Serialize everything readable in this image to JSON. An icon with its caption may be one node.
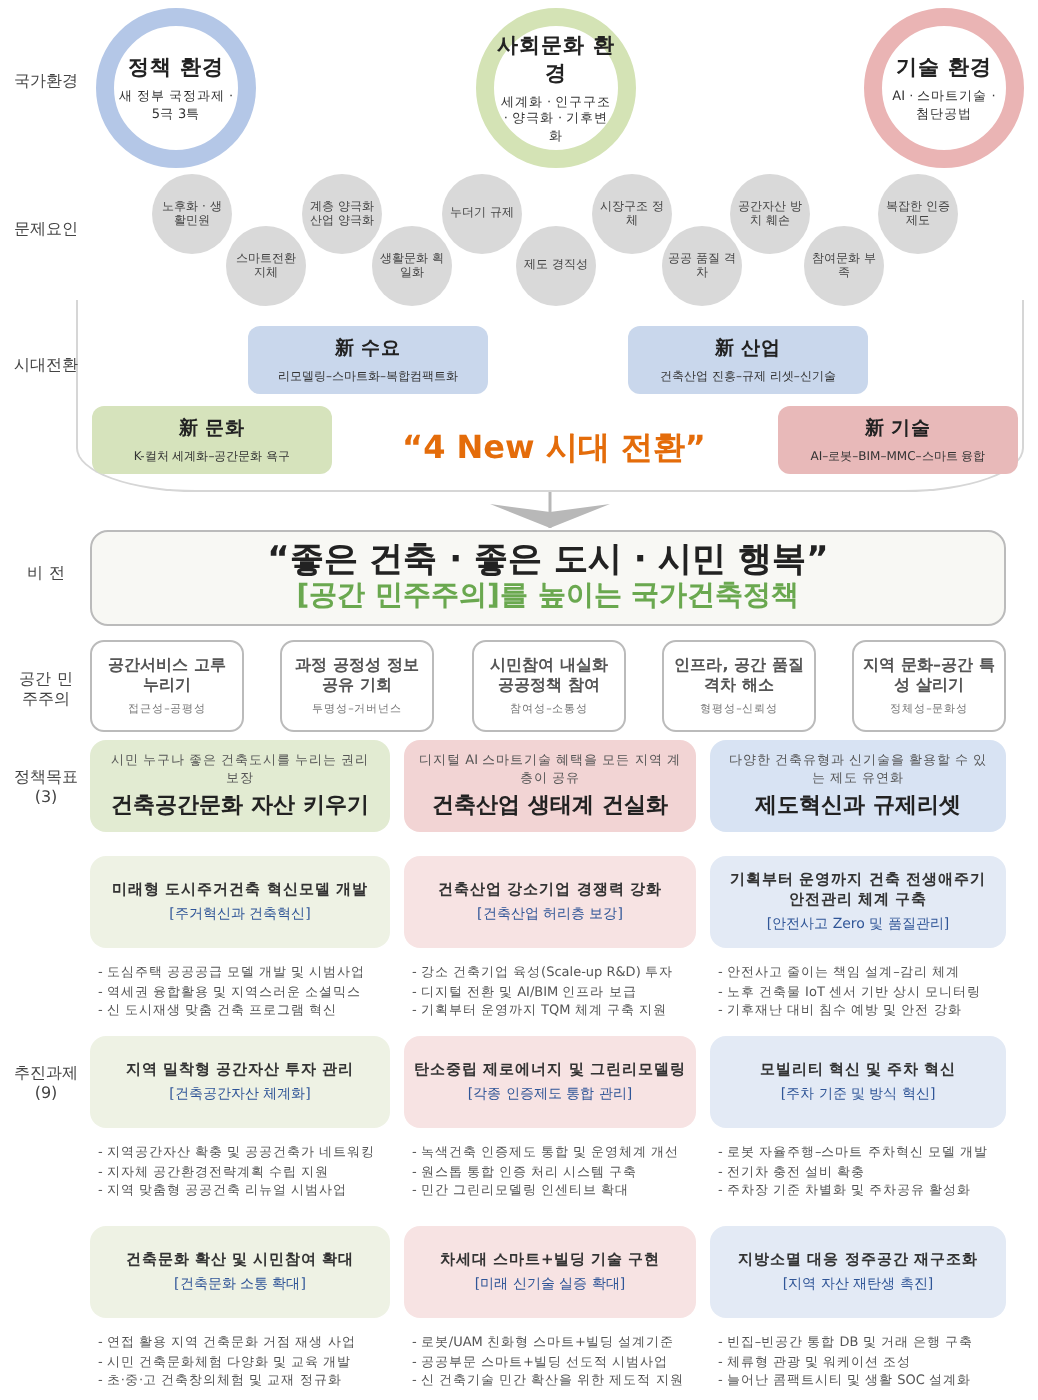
{
  "diagram": {
    "nodes": [
      {
        "text": [
          "정책 환경",
          "새 정부 국정과제 · 5극 3특"
        ]
      },
      {
        "text": [
          "사회문화 환경",
          "세계화 · 인구구조 · 양극화 · 기후변화"
        ]
      },
      {
        "text": [
          "기술 환경",
          "AI · 스마트기술 · 첨단공법"
        ]
      },
      {
        "text": [
          "노후화 · 생활민원"
        ]
      },
      {
        "text": [
          "스마트전환 지체"
        ]
      },
      {
        "text": [
          "계층 양극화 산업 양극화"
        ]
      },
      {
        "text": [
          "생활문화 획일화"
        ]
      },
      {
        "text": [
          "누더기 규제"
        ]
      },
      {
        "text": [
          "제도 경직성"
        ]
      },
      {
        "text": [
          "시장구조 정체"
        ]
      },
      {
        "text": [
          "공공 품질 격차"
        ]
      },
      {
        "text": [
          "공간자산 방치 훼손"
        ]
      },
      {
        "text": [
          "참여문화 부족"
        ]
      },
      {
        "text": [
          "복잡한 인증 제도"
        ]
      },
      {
        "text": [
          "“4 New 시대 전환”"
        ]
      },
      {
        "text": [
          "新 수요",
          "리모델링–스마트화–복합컴팩트화"
        ],
        "in": 14
      },
      {
        "text": [
          "新 산업",
          "건축산업 진흥–규제 리셋–신기술"
        ],
        "in": 14
      },
      {
        "text": [
          "新 문화",
          "K-컬처 세계화–공간문화 욕구"
        ],
        "in": 14
      },
      {
        "text": [
          "新 기술",
          "AI–로봇–BIM–MMC–스마트 융합"
        ],
        "in": 14
      },
      {
        "text": [
          "“좋은 건축 · 좋은 도시 · 시민 행복”",
          "[공간 민주주의]를 높이는 국가건축정책"
        ]
      },
      {
        "text": [
          "공간서비스 고루 누리기",
          "접근성–공평성"
        ]
      },
      {
        "text": [
          "과정 공정성 정보 공유 기회",
          "투명성–거버넌스"
        ]
      },
      {
        "text": [
          "시민참여 내실화 공공정책 참여",
          "참여성–소통성"
        ]
      },
      {
        "text": [
          "인프라, 공간 품질 격차 해소",
          "형평성–신뢰성"
        ]
      },
      {
        "text": [
          "지역 문화–공간 특성 살리기",
          "정체성–문화성"
        ]
      },
      {
        "text": [
          "시민 누구나 좋은 건축도시를 누리는 권리 보장",
          "건축공간문화 자산 키우기"
        ]
      },
      {
        "text": [
          "디지털 AI 스마트기술 혜택을 모든 지역 계층이 공유",
          "건축산업 생태계 건실화"
        ]
      },
      {
        "text": [
          "다양한 건축유형과 신기술을 활용할 수 있는 제도 유연화",
          "제도혁신과 규제리셋"
        ]
      },
      {
        "text": [
          "미래형 도시주거건축 혁신모델 개발",
          "[주거혁신과 건축혁신]"
        ],
        "beside": [
          "- 도심주택 공공공급 모델 개발 및 시범사업",
          "- 역세권 융합활용 및 지역스러운 소셜믹스",
          "- 신 도시재생 맞춤 건축 프로그램 혁신"
        ]
      },
      {
        "text": [
          "건축산업 강소기업 경쟁력 강화",
          "[건축산업 허리층 보강]"
        ],
        "beside": [
          "- 강소 건축기업 육성(Scale-up R&D) 투자",
          "- 디지털 전환 및 AI/BIM 인프라 보급",
          "- 기획부터 운영까지 TQM 체계 구축 지원"
        ]
      },
      {
        "text": [
          "기획부터 운영까지 건축 전생애주기 안전관리 체계 구축",
          "[안전사고 Zero 및 품질관리]"
        ],
        "beside": [
          "- 안전사고 줄이는 책임 설계–감리 체계",
          "- 노후 건축물 IoT 센서 기반 상시 모니터링",
          "- 기후재난 대비 침수 예방 및 안전 강화"
        ]
      },
      {
        "text": [
          "지역 밀착형 공간자산 투자 관리",
          "[건축공간자산 체계화]"
        ],
        "beside": [
          "- 지역공간자산 확충 및 공공건축가 네트워킹",
          "- 지자체 공간환경전략계획 수립 지원",
          "- 지역 맞춤형 공공건축 리뉴얼 시범사업"
        ]
      },
      {
        "text": [
          "탄소중립 제로에너지 및 그린리모델링",
          "[각종 인증제도 통합 관리]"
        ],
        "beside": [
          "- 녹색건축 인증제도 통합 및 운영체계 개선",
          "- 원스톱 통합 인증 처리 시스템 구축",
          "- 민간 그린리모델링 인센티브 확대"
        ]
      },
      {
        "text": [
          "모빌리티 혁신 및 주차 혁신",
          "[주차 기준 및 방식 혁신]"
        ],
        "beside": [
          "- 로봇 자율주행–스마트 주차혁신 모델 개발",
          "- 전기차 충전 설비 확충",
          "- 주차장 기준 차별화 및 주차공유 활성화"
        ]
      },
      {
        "text": [
          "건축문화 확산 및 시민참여 확대",
          "[건축문화 소통 확대]"
        ],
        "beside": [
          "- 연접 활용 지역 건축문화 거점 재생 사업",
          "- 시민 건축문화체험 다양화 및 교육 개발",
          "- 초·중·고 건축창의체험 및 교재 정규화"
        ]
      },
      {
        "text": [
          "차세대 스마트+빌딩 기술 구현",
          "[미래 신기술 실증 확대]"
        ],
        "beside": [
          "- 로봇/UAM 친화형 스마트+빌딩 설계기준",
          "- 공공부문 스마트+빌딩 선도적 시범사업",
          "- 신 건축기술 민간 확산을 위한 제도적 지원"
        ]
      },
      {
        "text": [
          "지방소멸 대응 정주공간 재구조화",
          "[지역 자산 재탄생 촉진]"
        ],
        "beside": [
          "- 빈집–빈공간 통합 DB 및 거래 은행 구축",
          "- 체류형 관광 및 워케이션 조성",
          "- 늘어난 콤팩트시티 및 생활 SOC 설계화"
        ]
      }
    ],
    "edges": [
      {
        "from": 14,
        "to": 19,
        "arrow": "to"
      }
    ],
    "labels": [
      "국가환경",
      "문제요인",
      "시대전환",
      "비 전",
      "공간 민주주의",
      "정책목표 (3)",
      "추진과제 (9)"
    ]
  }
}
